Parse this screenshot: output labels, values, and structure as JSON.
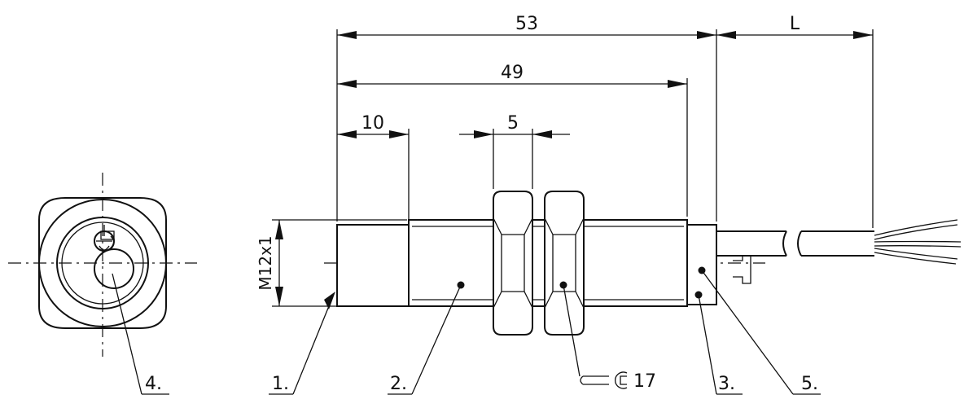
{
  "dimensions": {
    "overall_length": "53",
    "body_length": "49",
    "cable_length": "L",
    "sensing_face": "10",
    "nut_width": "5",
    "thread": "M12x1"
  },
  "callouts": {
    "sensing_face": "1.",
    "housing": "2.",
    "cable_gland": "3.",
    "led_indicator": "4.",
    "rear_part": "5.",
    "wrench_size": "17"
  }
}
